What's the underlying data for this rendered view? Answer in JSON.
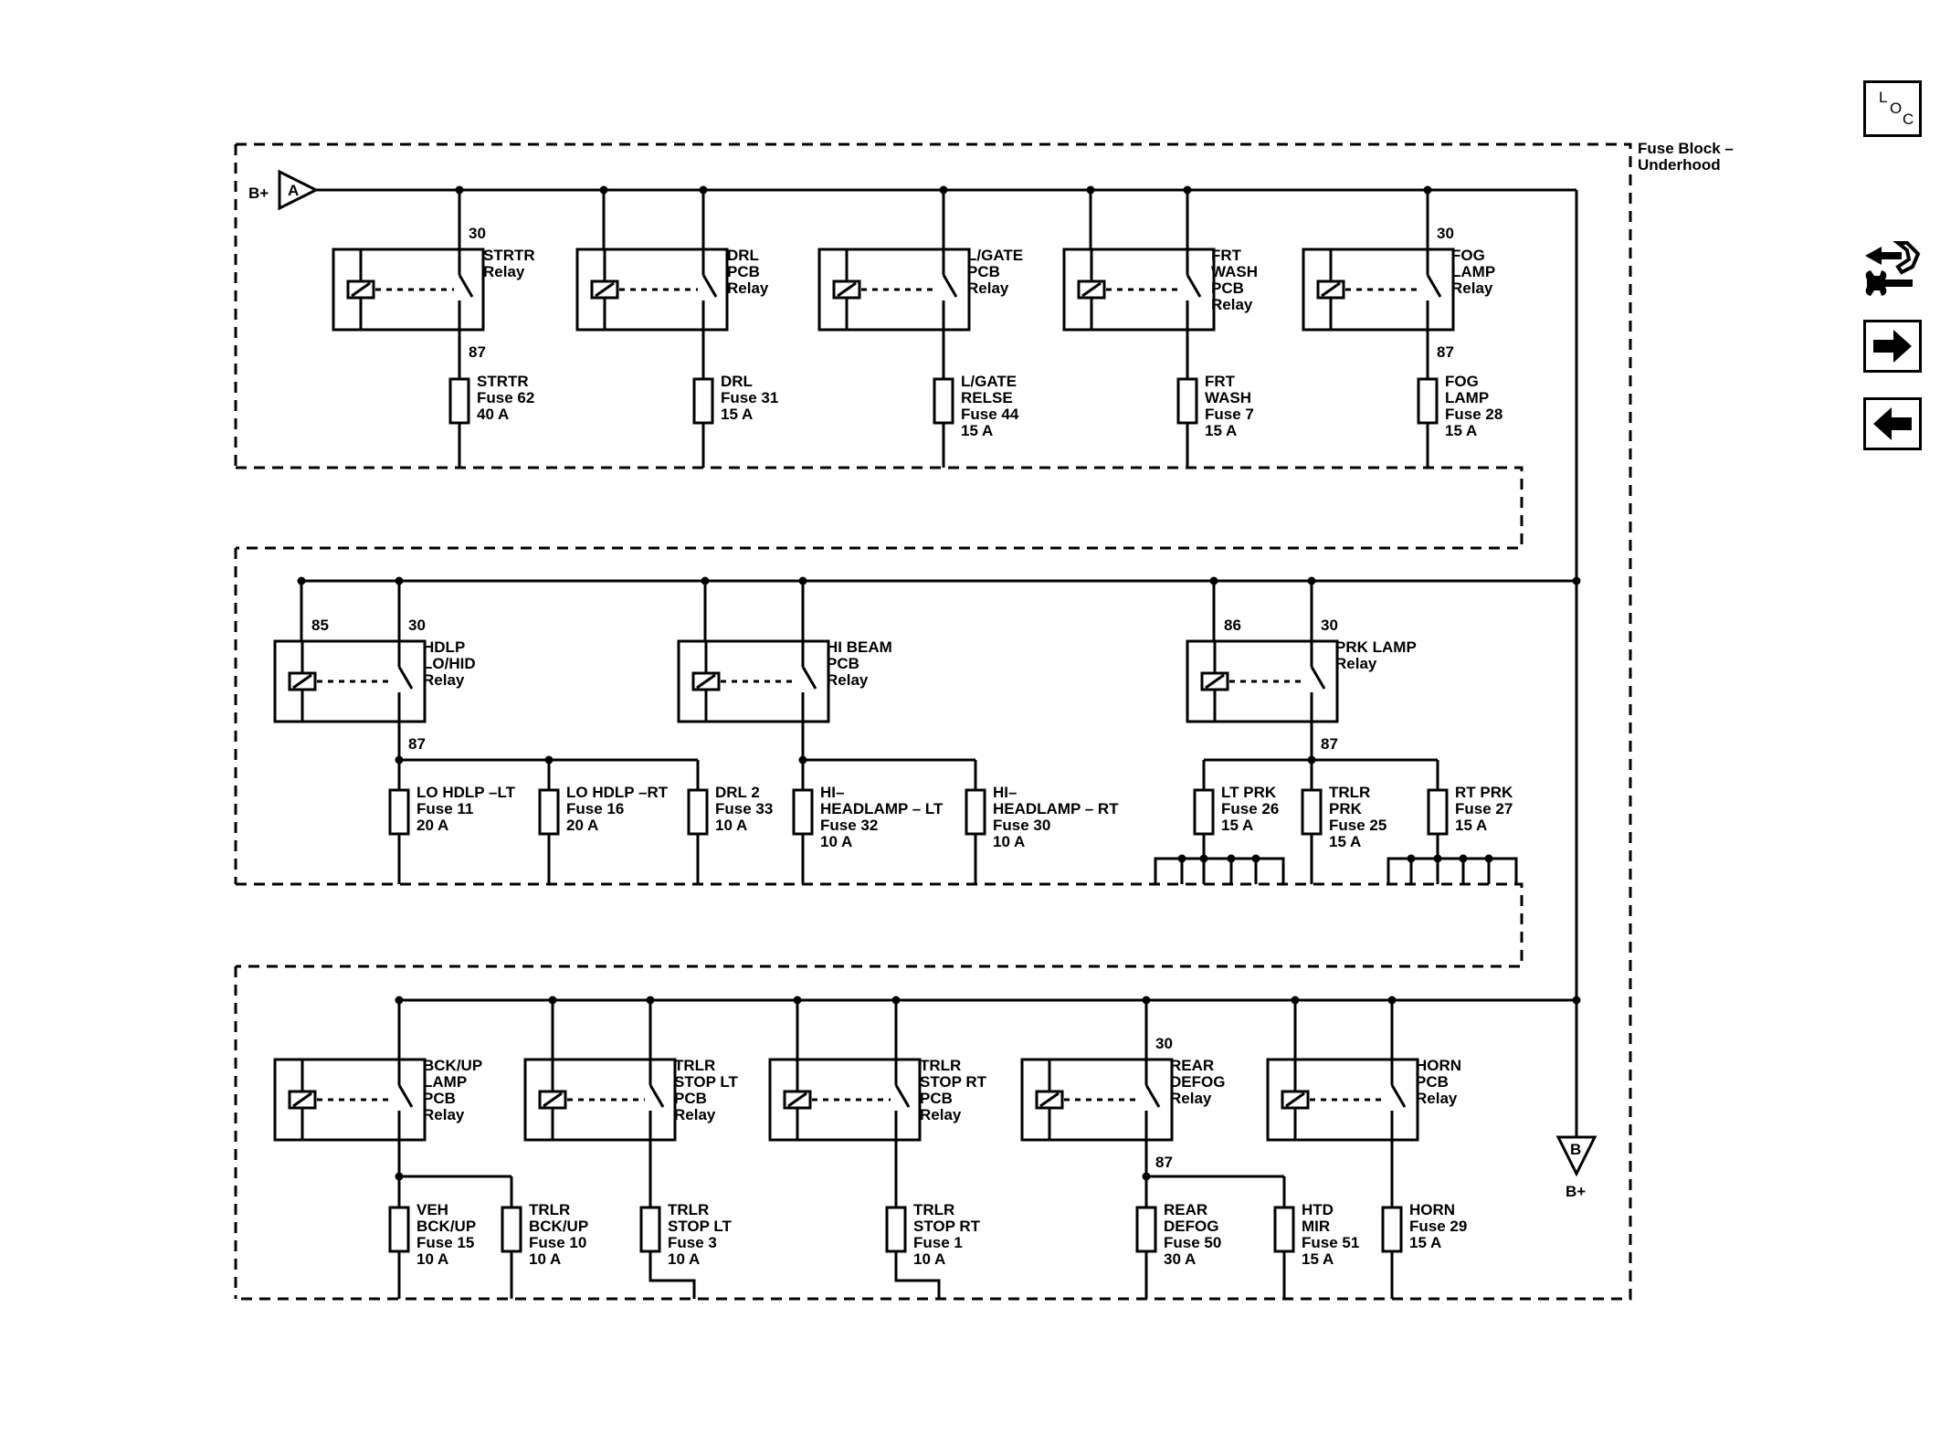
{
  "fuse_block_label": [
    "Fuse Block –",
    "Underhood"
  ],
  "b_plus": "B+",
  "connector_a": "A",
  "connector_b": "B",
  "nav": {
    "loc": [
      "L",
      "O",
      "C"
    ],
    "tools_icon": "tools-icon",
    "forward_icon": "arrow-right-icon",
    "back_icon": "arrow-left-icon"
  },
  "relays": [
    {
      "id": "strtr",
      "label": [
        "STRTR",
        "Relay"
      ],
      "pin_top": "30",
      "pin_bottom": "87",
      "pin_coil": ""
    },
    {
      "id": "drl",
      "label": [
        "DRL",
        "PCB",
        "Relay"
      ],
      "pin_top": "",
      "pin_bottom": "",
      "pin_coil": ""
    },
    {
      "id": "lgate",
      "label": [
        "L/GATE",
        "PCB",
        "Relay"
      ],
      "pin_top": "",
      "pin_bottom": "",
      "pin_coil": ""
    },
    {
      "id": "frtwash",
      "label": [
        "FRT",
        "WASH",
        "PCB",
        "Relay"
      ],
      "pin_top": "",
      "pin_bottom": "",
      "pin_coil": ""
    },
    {
      "id": "foglamp",
      "label": [
        "FOG",
        "LAMP",
        "Relay"
      ],
      "pin_top": "30",
      "pin_bottom": "87",
      "pin_coil": ""
    },
    {
      "id": "hdlp",
      "label": [
        "HDLP",
        "LO/HID",
        "Relay"
      ],
      "pin_top": "30",
      "pin_bottom": "87",
      "pin_coil": "85"
    },
    {
      "id": "hibeam",
      "label": [
        "HI BEAM",
        "PCB",
        "Relay"
      ],
      "pin_top": "",
      "pin_bottom": "",
      "pin_coil": ""
    },
    {
      "id": "prklamp",
      "label": [
        "PRK LAMP",
        "Relay"
      ],
      "pin_top": "30",
      "pin_bottom": "87",
      "pin_coil": "86"
    },
    {
      "id": "bckup",
      "label": [
        "BCK/UP",
        "LAMP",
        "PCB",
        "Relay"
      ],
      "pin_top": "",
      "pin_bottom": "",
      "pin_coil": ""
    },
    {
      "id": "trlrstoplt",
      "label": [
        "TRLR",
        "STOP LT",
        "PCB",
        "Relay"
      ],
      "pin_top": "",
      "pin_bottom": "",
      "pin_coil": ""
    },
    {
      "id": "trlrstoprt",
      "label": [
        "TRLR",
        "STOP RT",
        "PCB",
        "Relay"
      ],
      "pin_top": "",
      "pin_bottom": "",
      "pin_coil": ""
    },
    {
      "id": "reardefog",
      "label": [
        "REAR",
        "DEFOG",
        "Relay"
      ],
      "pin_top": "30",
      "pin_bottom": "87",
      "pin_coil": ""
    },
    {
      "id": "horn",
      "label": [
        "HORN",
        "PCB",
        "Relay"
      ],
      "pin_top": "",
      "pin_bottom": "",
      "pin_coil": ""
    }
  ],
  "fuses": [
    {
      "id": "f62",
      "label": [
        "STRTR",
        "Fuse 62",
        "40 A"
      ]
    },
    {
      "id": "f31",
      "label": [
        "DRL",
        "Fuse 31",
        "15 A"
      ]
    },
    {
      "id": "f44",
      "label": [
        "L/GATE",
        "RELSE",
        "Fuse 44",
        "15 A"
      ]
    },
    {
      "id": "f7",
      "label": [
        "FRT",
        "WASH",
        "Fuse 7",
        "15 A"
      ]
    },
    {
      "id": "f28",
      "label": [
        "FOG",
        "LAMP",
        "Fuse 28",
        "15 A"
      ]
    },
    {
      "id": "f11",
      "label": [
        "LO HDLP –LT",
        "Fuse 11",
        "20 A"
      ]
    },
    {
      "id": "f16",
      "label": [
        "LO HDLP –RT",
        "Fuse 16",
        "20 A"
      ]
    },
    {
      "id": "f33",
      "label": [
        "DRL 2",
        "Fuse 33",
        "10 A"
      ]
    },
    {
      "id": "f32",
      "label": [
        "HI–",
        "HEADLAMP – LT",
        "Fuse 32",
        "10 A"
      ]
    },
    {
      "id": "f30",
      "label": [
        "HI–",
        "HEADLAMP – RT",
        "Fuse 30",
        "10 A"
      ]
    },
    {
      "id": "f26",
      "label": [
        "LT PRK",
        "Fuse 26",
        "15 A"
      ]
    },
    {
      "id": "f25",
      "label": [
        "TRLR",
        "PRK",
        "Fuse 25",
        "15 A"
      ]
    },
    {
      "id": "f27",
      "label": [
        "RT PRK",
        "Fuse 27",
        "15 A"
      ]
    },
    {
      "id": "f15",
      "label": [
        "VEH",
        "BCK/UP",
        "Fuse 15",
        "10 A"
      ]
    },
    {
      "id": "f10",
      "label": [
        "TRLR",
        "BCK/UP",
        "Fuse 10",
        "10 A"
      ]
    },
    {
      "id": "f3",
      "label": [
        "TRLR",
        "STOP LT",
        "Fuse 3",
        "10 A"
      ]
    },
    {
      "id": "f1",
      "label": [
        "TRLR",
        "STOP RT",
        "Fuse 1",
        "10 A"
      ]
    },
    {
      "id": "f50",
      "label": [
        "REAR",
        "DEFOG",
        "Fuse 50",
        "30 A"
      ]
    },
    {
      "id": "f51",
      "label": [
        "HTD",
        "MIR",
        "Fuse 51",
        "15 A"
      ]
    },
    {
      "id": "f29",
      "label": [
        "HORN",
        "Fuse 29",
        "15 A"
      ]
    }
  ]
}
